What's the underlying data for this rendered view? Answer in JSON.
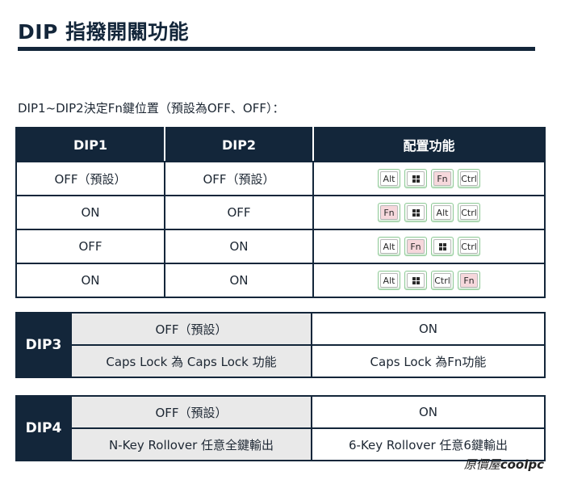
{
  "title": "DIP 指撥開關功能",
  "subtitle": "DIP1~DIP2決定Fn鍵位置（預設為OFF、OFF）：",
  "table1": {
    "headers": [
      "DIP1",
      "DIP2",
      "配置功能"
    ],
    "rows": [
      {
        "dip1": "OFF（預設）",
        "dip2": "OFF（預設）",
        "keys": [
          "Alt",
          "Win",
          "Fn",
          "Ctrl"
        ]
      },
      {
        "dip1": "ON",
        "dip2": "OFF",
        "keys": [
          "Fn",
          "Win",
          "Alt",
          "Ctrl"
        ]
      },
      {
        "dip1": "OFF",
        "dip2": "ON",
        "keys": [
          "Alt",
          "Fn",
          "Win",
          "Ctrl"
        ]
      },
      {
        "dip1": "ON",
        "dip2": "ON",
        "keys": [
          "Alt",
          "Win",
          "Ctrl",
          "Fn"
        ]
      }
    ]
  },
  "dip3": {
    "label": "DIP3",
    "off_header": "OFF（預設）",
    "on_header": "ON",
    "off_desc": "Caps Lock 為 Caps Lock 功能",
    "on_desc": "Caps Lock 為Fn功能"
  },
  "dip4": {
    "label": "DIP4",
    "off_header": "OFF（預設）",
    "on_header": "ON",
    "off_desc": "N-Key Rollover 任意全鍵輸出",
    "on_desc": "6-Key Rollover 任意6鍵輸出"
  },
  "watermark": {
    "prefix": "原價屋",
    "brand": "coolpc"
  },
  "colors": {
    "navy": "#13263a",
    "fn_key": "#f6d8dc",
    "key_border": "#8fca97",
    "grey_cell": "#e9e9e9"
  }
}
